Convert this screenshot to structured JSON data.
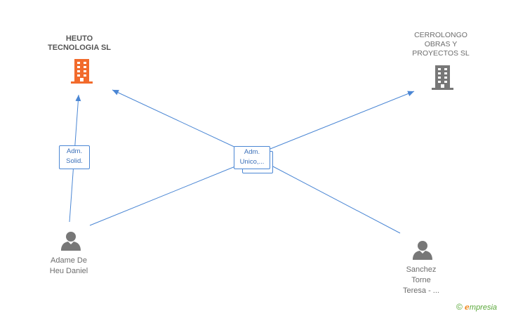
{
  "companies": [
    {
      "id": "heuto",
      "lines": [
        "HEUTO",
        "TECNOLOGIA SL"
      ],
      "color": "#f26b2c",
      "icon": "building-icon"
    },
    {
      "id": "cerrolongo",
      "lines": [
        "CERROLONGO",
        "OBRAS Y",
        "PROYECTOS SL"
      ],
      "color": "#777777",
      "icon": "building-icon"
    }
  ],
  "people": [
    {
      "id": "adame",
      "lines": [
        "Adame De",
        "Heu Daniel"
      ],
      "icon": "person-icon"
    },
    {
      "id": "sanchez",
      "lines": [
        "Sanchez",
        "Torne",
        "Teresa - ..."
      ],
      "icon": "person-icon"
    }
  ],
  "relations": [
    {
      "id": "rel-solid",
      "lines": [
        "Adm.",
        "Solid."
      ]
    },
    {
      "id": "rel-unico",
      "lines": [
        "Adm.",
        "Unico,..."
      ]
    }
  ],
  "colors": {
    "edge": "#4a86d4",
    "person": "#777777"
  },
  "brand": {
    "copyright": "©",
    "initial": "e",
    "name": "mpresia"
  }
}
